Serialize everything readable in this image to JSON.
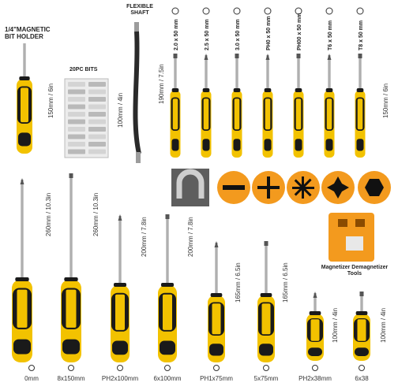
{
  "labels": {
    "bit_holder": "1/4\"MAGNETIC BIT HOLDER",
    "bits": "20PC BITS",
    "flex_shaft": "FLEXIBLE SHAFT",
    "magnetizer": "Magnetizer Demagnetizer Tools"
  },
  "dimensions": {
    "bit_holder_len": "150mm / 6in",
    "bits_len": "100mm / 4in",
    "shaft_len": "190mm / 7.5in",
    "precision_len": "150mm / 6in",
    "big1": "260mm / 10.3in",
    "big2": "260mm / 10.3in",
    "mid1": "200mm / 7.8in",
    "mid2": "200mm / 7.8in",
    "small1": "165mm / 6.5in",
    "small2": "165mm / 6.5in",
    "stubby1": "100mm / 4in",
    "stubby2": "100mm / 4in"
  },
  "precision_specs": [
    "2.0 x 50 mm",
    "2.5 x 50 mm",
    "3.0 x 50 mm",
    "PH0 x 50 mm",
    "PH00 x 50 mm",
    "T6 x 50 mm",
    "T8 x 50 mm"
  ],
  "bottom_captions": [
    "0mm",
    "8x150mm",
    "PH2x100mm",
    "6x100mm",
    "PH1x75mm",
    "5x75mm",
    "PH2x38mm",
    "6x38"
  ],
  "colors": {
    "yellow": "#f2c200",
    "black": "#1a1a1a",
    "orange": "#f39a1e",
    "steel": "#9a9a9a"
  }
}
